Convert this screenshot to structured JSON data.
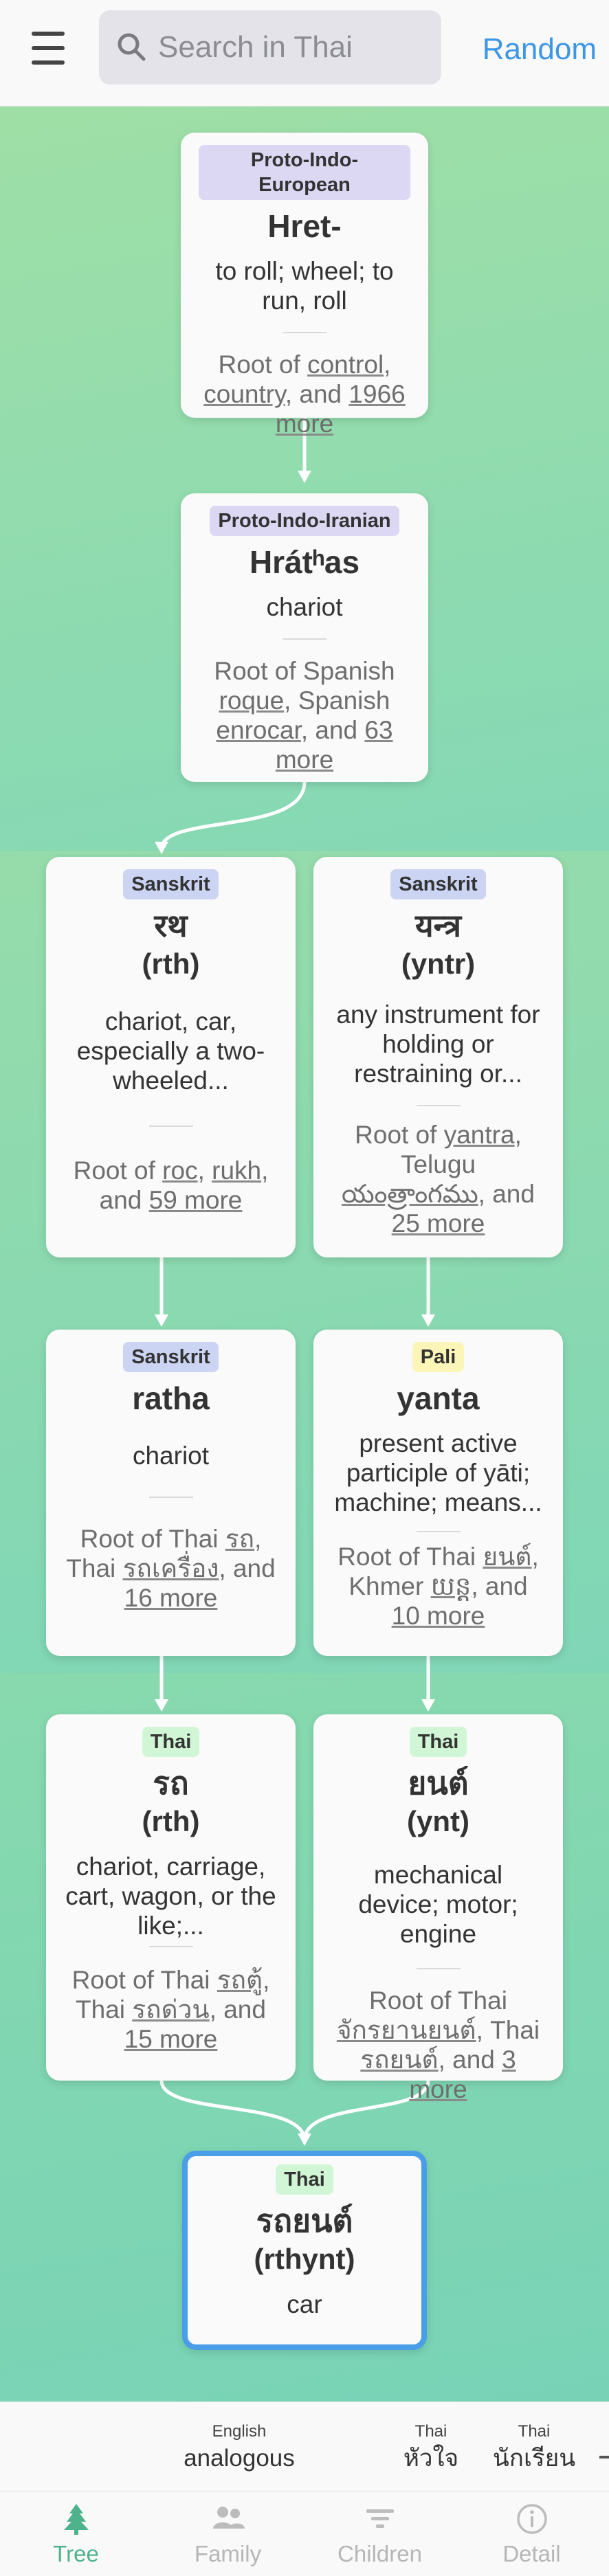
{
  "search": {
    "placeholder": "Search in Thai"
  },
  "header": {
    "random_label": "Random"
  },
  "nodes": {
    "pie": {
      "language": "Proto-Indo-European",
      "word": "Hret-",
      "gloss": "to roll; wheel; to run, roll",
      "roots": {
        "prefix": "Root of ",
        "link1": "control",
        "sep1": ", ",
        "link2": "country",
        "sep2": ", and ",
        "more": "1966 more"
      }
    },
    "pii": {
      "language": "Proto-Indo-Iranian",
      "word": "Hrátʰas",
      "gloss": "chariot",
      "roots": {
        "prefix": "Root of Spanish ",
        "link1": "roque",
        "sep1": ", Spanish ",
        "link2": "enrocar",
        "sep2": ", and ",
        "more": "63 more"
      }
    },
    "sa_ratha": {
      "language": "Sanskrit",
      "word": "रथ",
      "translit": "(rth)",
      "gloss": "chariot, car, especially a two-wheeled...",
      "roots": {
        "prefix": "Root of ",
        "link1": "roc",
        "sep1": ", ",
        "link2": "rukh",
        "sep2": ", and ",
        "more": "59 more"
      }
    },
    "sa_yantra": {
      "language": "Sanskrit",
      "word": "यन्त्र",
      "translit": "(yntr)",
      "gloss": "any instrument for holding or restraining or...",
      "roots": {
        "prefix": "Root of ",
        "link1": "yantra",
        "sep1": ", Telugu ",
        "link2": "యంత్రాంగము",
        "sep2": ", and ",
        "more": "25 more"
      }
    },
    "sa_ratha_latin": {
      "language": "Sanskrit",
      "word": "ratha",
      "gloss": "chariot",
      "roots": {
        "prefix": "Root of Thai ",
        "link1": "รถ",
        "sep1": ", Thai ",
        "link2": "รถเครื่อง",
        "sep2": ", and ",
        "more": "16 more"
      }
    },
    "pali_yanta": {
      "language": "Pali",
      "word": "yanta",
      "gloss": "present active participle of yāti; machine; means...",
      "roots": {
        "prefix": "Root of Thai ",
        "link1": "ยนต์",
        "sep1": ", Khmer ",
        "link2": "យន្ត",
        "sep2": ", and ",
        "more": "10 more"
      }
    },
    "th_rot": {
      "language": "Thai",
      "word": "รถ",
      "translit": "(rth)",
      "gloss": "chariot, carriage, cart, wagon, or the like;...",
      "roots": {
        "prefix": "Root of Thai ",
        "link1": "รถตู้",
        "sep1": ", Thai ",
        "link2": "รถด่วน",
        "sep2": ", and ",
        "more": "15 more"
      }
    },
    "th_yon": {
      "language": "Thai",
      "word": "ยนต์",
      "translit": "(ynt)",
      "gloss": "mechanical device; motor; engine",
      "roots": {
        "prefix": "Root of Thai ",
        "link1": "จักรยานยนต์",
        "sep1": ", Thai ",
        "link2": "รถยนต์",
        "sep2": ", and ",
        "more": "3 more"
      }
    },
    "th_rotyon": {
      "language": "Thai",
      "word": "รถยนต์",
      "translit": "(rthynt)",
      "gloss": "car"
    }
  },
  "related": [
    {
      "lang": "English",
      "word": "analogous"
    },
    {
      "lang": "Thai",
      "word": "หัวใจ"
    },
    {
      "lang": "Thai",
      "word": "นักเรียน"
    }
  ],
  "tabs": [
    {
      "label": "Tree",
      "icon": "tree-icon",
      "active": true
    },
    {
      "label": "Family",
      "icon": "family-icon",
      "active": false
    },
    {
      "label": "Children",
      "icon": "children-icon",
      "active": false
    },
    {
      "label": "Detail",
      "icon": "info-icon",
      "active": false
    }
  ],
  "colors": {
    "accent": "#3d96e6",
    "current_border": "#4a9ee8",
    "tab_active": "#4eb38c",
    "background_green": "#84d8b6"
  }
}
